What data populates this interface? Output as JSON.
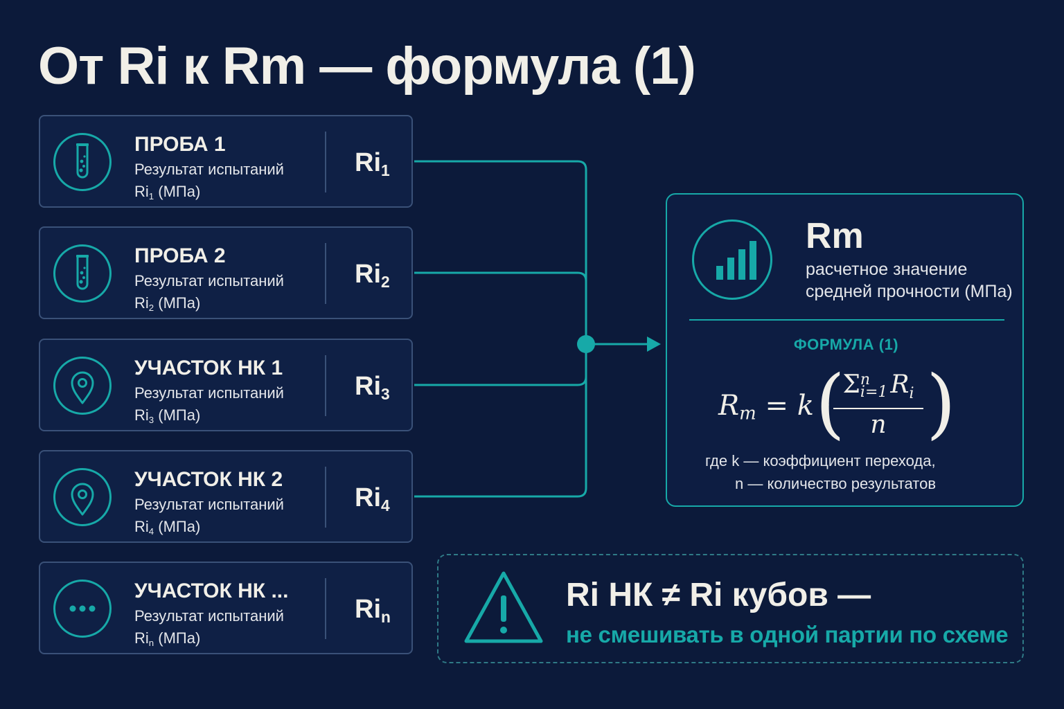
{
  "title": "От Ri к Rm — формула (1)",
  "inputs": [
    {
      "name": "ПРОБА 1",
      "desc": "Результат испытаний",
      "unit_base": "Ri",
      "unit_sub": "1",
      "unit_suffix": " (МПа)",
      "value_base": "Ri",
      "value_sub": "1",
      "icon": "test-tube-icon"
    },
    {
      "name": "ПРОБА 2",
      "desc": "Результат испытаний",
      "unit_base": "Ri",
      "unit_sub": "2",
      "unit_suffix": " (МПа)",
      "value_base": "Ri",
      "value_sub": "2",
      "icon": "test-tube-icon"
    },
    {
      "name": "УЧАСТОК НК 1",
      "desc": "Результат испытаний",
      "unit_base": "Ri",
      "unit_sub": "3",
      "unit_suffix": " (МПа)",
      "value_base": "Ri",
      "value_sub": "3",
      "icon": "location-pin-icon"
    },
    {
      "name": "УЧАСТОК НК 2",
      "desc": "Результат испытаний",
      "unit_base": "Ri",
      "unit_sub": "4",
      "unit_suffix": " (МПа)",
      "value_base": "Ri",
      "value_sub": "4",
      "icon": "location-pin-icon"
    },
    {
      "name": "УЧАСТОК НК ...",
      "desc": "Результат испытаний",
      "unit_base": "Ri",
      "unit_sub": "n",
      "unit_suffix": " (МПа)",
      "value_base": "Ri",
      "value_sub": "n",
      "icon": "more-dots-icon"
    }
  ],
  "result": {
    "title": "Rm",
    "desc": "расчетное значение средней прочности (МПа)",
    "icon": "bar-chart-icon",
    "formula_label": "ФОРМУЛА (1)",
    "formula": {
      "lhs_base": "R",
      "lhs_sub": "m",
      "equals": " = ",
      "coef": "k",
      "dot": " · ",
      "sum": "Σ",
      "sum_upper": "n",
      "sum_lower": "i=1",
      "term_base": "R",
      "term_sub": "i",
      "denominator": "n"
    },
    "legend_k": "где k — коэффициент перехода,",
    "legend_n": "n — количество результатов"
  },
  "warning": {
    "icon": "warning-triangle-icon",
    "title": "Ri НК ≠ Ri кубов —",
    "subtitle": "не смешивать в одной партии по схеме"
  },
  "colors": {
    "background": "#0c1a3a",
    "accent": "#17a9a8",
    "card_border": "#3a5178",
    "text": "#f1efe8"
  }
}
